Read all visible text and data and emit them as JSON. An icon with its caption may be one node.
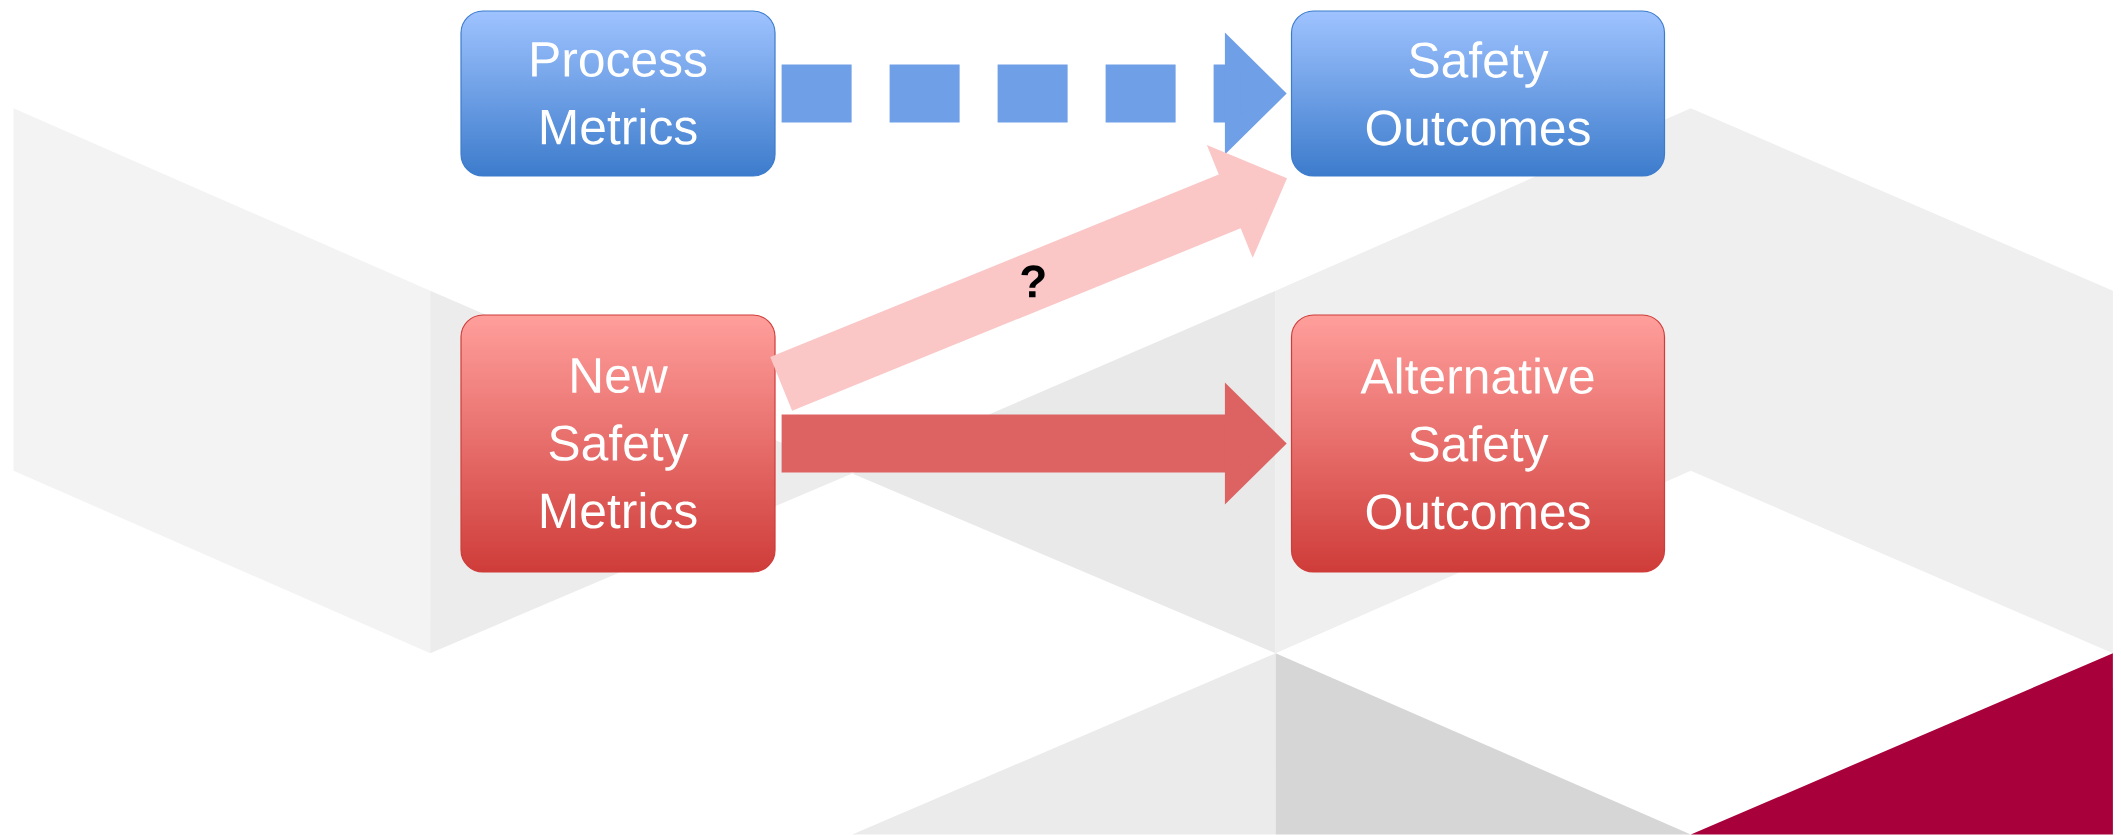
{
  "diagram": {
    "nodes": [
      {
        "text": [
          "Process Metrics"
        ]
      },
      {
        "text": [
          "Safety Outcomes"
        ]
      },
      {
        "text": [
          "New Safety Metrics"
        ]
      },
      {
        "text": [
          "Alternative Safety Outcomes"
        ]
      }
    ],
    "edges": [
      {
        "from": 0,
        "to": 1,
        "arrow": "to",
        "style": "dashed",
        "color": "#6f9fe6"
      },
      {
        "from": 2,
        "to": 1,
        "arrow": "to",
        "label": "?",
        "color": "#fac6c6"
      },
      {
        "from": 2,
        "to": 3,
        "arrow": "to",
        "color": "#dd6262"
      }
    ]
  }
}
